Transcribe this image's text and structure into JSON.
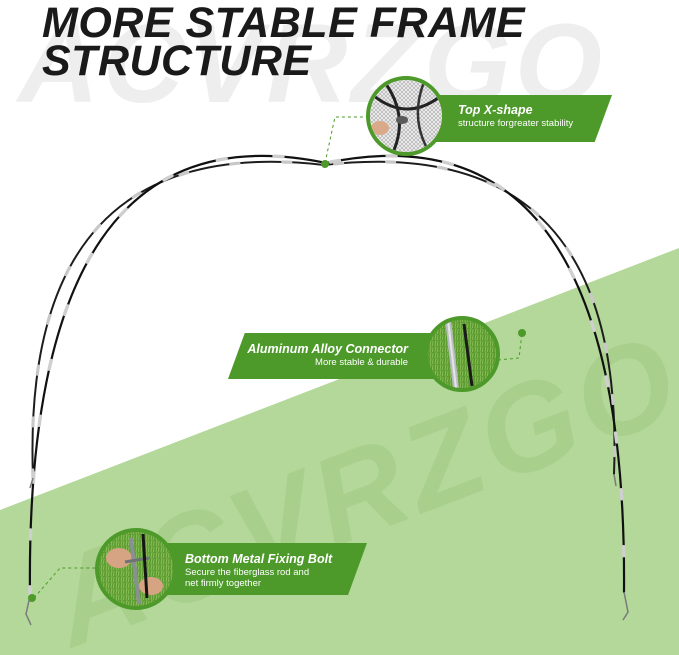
{
  "headline": {
    "line1": "MORE STABLE FRAME",
    "line2": "STRUCTURE"
  },
  "watermark": "ACVRZGO",
  "callouts": {
    "top": {
      "title": "Top X-shape",
      "description": "structure forgreater stability"
    },
    "middle": {
      "title": "Aluminum Alloy Connector",
      "description": "More stable & durable"
    },
    "bottom": {
      "title": "Bottom Metal Fixing Bolt",
      "description_line1": "Secure the fiberglass rod and",
      "description_line2": "net firmly together"
    }
  },
  "colors": {
    "accent_green": "#4d9a2a",
    "band_green": "#b3d89a",
    "watermark_gray": "#eeeeee",
    "headline": "#1a1a1a"
  }
}
